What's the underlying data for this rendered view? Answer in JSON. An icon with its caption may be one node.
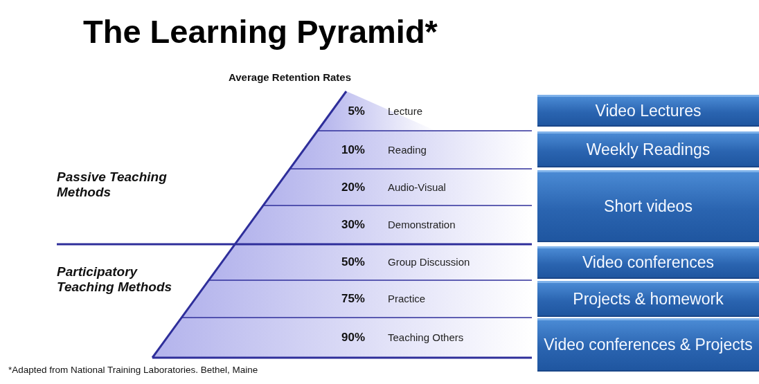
{
  "diagram": {
    "title": "The Learning Pyramid*",
    "nodes": [
      {
        "text": [
          "5%",
          "Lecture"
        ]
      },
      {
        "text": [
          "10%",
          "Reading"
        ]
      },
      {
        "text": [
          "20%",
          "Audio-Visual"
        ]
      },
      {
        "text": [
          "30%",
          "Demonstration"
        ]
      },
      {
        "text": [
          "50%",
          "Group Discussion"
        ]
      },
      {
        "text": [
          "75%",
          "Practice"
        ]
      },
      {
        "text": [
          "90%",
          "Teaching Others"
        ]
      },
      {
        "text": [
          "Video Lectures"
        ]
      },
      {
        "text": [
          "Weekly Readings"
        ]
      },
      {
        "text": [
          "Short videos"
        ]
      },
      {
        "text": [
          "Video conferences"
        ]
      },
      {
        "text": [
          "Projects & homework"
        ]
      },
      {
        "text": [
          "Video conferences & Projects"
        ]
      }
    ],
    "labels": [
      "Average Retention Rates",
      "Passive Teaching Methods",
      "Participatory Teaching Methods"
    ],
    "caption": "*Adapted from National Training Laboratories. Bethel, Maine"
  }
}
